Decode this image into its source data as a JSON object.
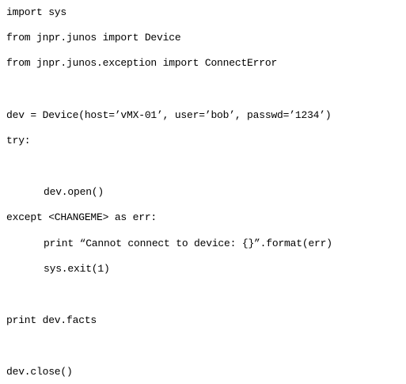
{
  "code": {
    "lines": [
      "import sys",
      "from jnpr.junos import Device",
      "from jnpr.junos.exception import ConnectError",
      "dev = Device(host=’vMX-01’, user=’bob’, passwd=’1234’)",
      "try:",
      "dev.open()",
      "except <CHANGEME> as err:",
      "print “Cannot connect to device: {}”.format(err)",
      "sys.exit(1)",
      "print dev.facts",
      "dev.close()"
    ]
  }
}
